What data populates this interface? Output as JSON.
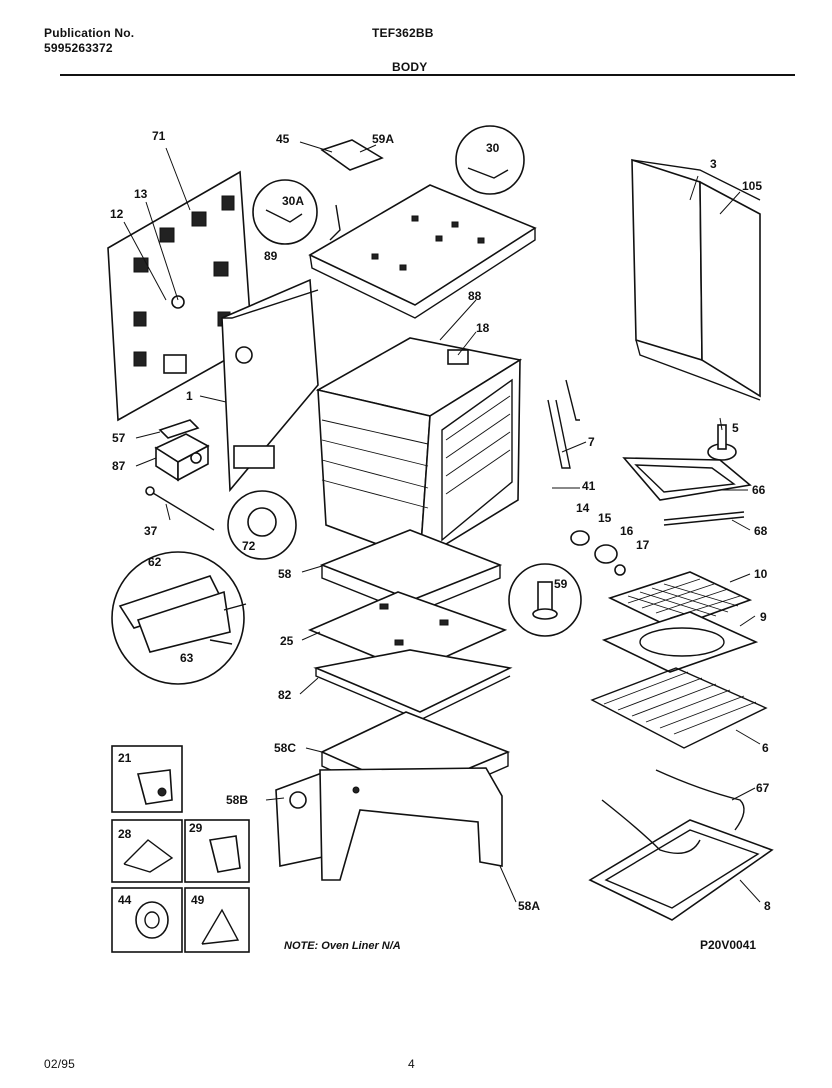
{
  "header": {
    "publication_label": "Publication No.",
    "publication_number": "5995263372",
    "model": "TEF362BB",
    "section": "BODY"
  },
  "note": "NOTE: Oven Liner N/A",
  "drawing_code": "P20V0041",
  "footer": {
    "date": "02/95",
    "page": "4"
  },
  "part_labels": [
    "71",
    "13",
    "12",
    "45",
    "59A",
    "30",
    "30A",
    "89",
    "88",
    "18",
    "3",
    "105",
    "1",
    "57",
    "87",
    "5",
    "7",
    "41",
    "66",
    "37",
    "72",
    "14",
    "15",
    "16",
    "17",
    "68",
    "62",
    "63",
    "58",
    "59",
    "25",
    "82",
    "10",
    "9",
    "6",
    "21",
    "28",
    "29",
    "44",
    "49",
    "58C",
    "58B",
    "58A",
    "67",
    "8"
  ]
}
